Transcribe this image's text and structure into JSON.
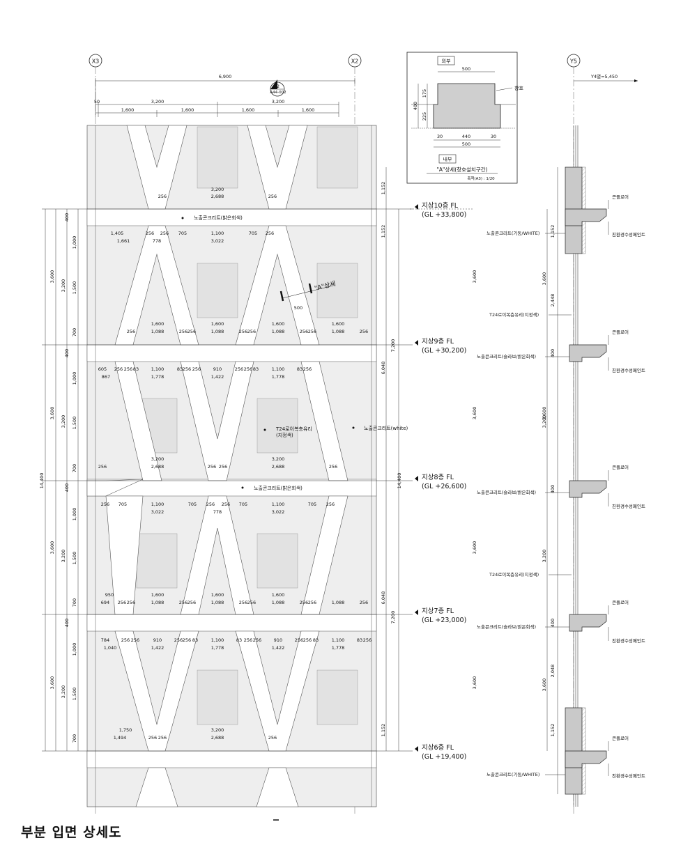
{
  "title": "부분 입면 상세도",
  "grid": {
    "x3": "X3",
    "x2": "X2",
    "y5": "Y5"
  },
  "detail": {
    "outside": "외부",
    "inside": "내부",
    "window_label": "창호",
    "caption": "\"A\"상세(창호설치구간)",
    "scale": "축척(A3) : 1/20",
    "dims": {
      "top": "500",
      "h1": "175",
      "h2": "225",
      "total_h": "400",
      "left": "30",
      "mid": "440",
      "right": "30",
      "bottom": "500"
    }
  },
  "section_ref": {
    "num": "2",
    "sheet": "A44-002"
  },
  "a_detail_marker": "\"A\"상세",
  "a_detail_dim": "500",
  "y4_label": "Y4열=5,450",
  "floors": [
    {
      "name": "지상10층 FL",
      "gl": "(GL +33,800)"
    },
    {
      "name": "지상9층 FL",
      "gl": "(GL +30,200)"
    },
    {
      "name": "지상8층 FL",
      "gl": "(GL +26,600)"
    },
    {
      "name": "지상7층 FL",
      "gl": "(GL +23,000)"
    },
    {
      "name": "지상6층 FL",
      "gl": "(GL +19,400)"
    }
  ],
  "callouts": {
    "exposed_bright": "노출콘크리트(밝은회색)",
    "glass": "T24로이복층유리",
    "glass_spec": "(지정색)",
    "exposed_white": "노출콘크리트(white)",
    "col_white": "노출콘크리트(기둥/WHITE)",
    "slab_bright": "노출콘크리트(슬라브/밝은회색)",
    "glass_full": "T24로이복층유리(지정색)",
    "hangdo": "큰플로어",
    "paint": "친환경수성페인트"
  },
  "top_dims": {
    "overall": "6,900",
    "left": "50",
    "half1": "3,200",
    "half2": "3,200",
    "q1": "1,600",
    "q2": "1,600",
    "q3": "1,600",
    "q4": "1,600"
  },
  "band_dims": {
    "r10_top": [
      "3,200",
      "2,688",
      "256",
      "256"
    ],
    "r10_a": [
      "1,405",
      "256",
      "256",
      "705",
      "1,100",
      "705",
      "256"
    ],
    "r10_b": [
      "1,661",
      "778",
      "3,022"
    ],
    "r9_low_a": [
      "1,600",
      "1,600",
      "1,600",
      "1,600"
    ],
    "r9_low_b": [
      "256",
      "1,088",
      "256",
      "256",
      "1,088",
      "256",
      "256",
      "1,088",
      "256",
      "256",
      "1,088",
      "256"
    ],
    "r9_a": [
      "605",
      "256",
      "256",
      "83",
      "1,100",
      "83",
      "256",
      "256",
      "910",
      "256",
      "256",
      "83",
      "1,100",
      "83",
      "256"
    ],
    "r9_b": [
      "867",
      "1,778",
      "1,422",
      "1,778"
    ],
    "r8_top": [
      "3,200",
      "2,688",
      "256",
      "256",
      "256",
      "3,200",
      "2,688",
      "256"
    ],
    "r8_a": [
      "256",
      "705",
      "1,100",
      "705",
      "256",
      "256",
      "705",
      "1,100",
      "705",
      "256"
    ],
    "r8_b": [
      "3,022",
      "778",
      "3,022"
    ],
    "r7_low_a": [
      "950",
      "1,600",
      "1,600",
      "1,600"
    ],
    "r7_low_b": [
      "694",
      "256",
      "256",
      "1,088",
      "256",
      "256",
      "1,088",
      "256",
      "256",
      "1,088",
      "256",
      "256",
      "1,088",
      "256"
    ],
    "r7_a": [
      "784",
      "256",
      "256",
      "910",
      "256",
      "256",
      "83",
      "1,100",
      "83",
      "256",
      "256",
      "910",
      "256",
      "256",
      "83",
      "1,100",
      "83",
      "256"
    ],
    "r7_b": [
      "1,040",
      "1,422",
      "1,778",
      "1,422",
      "1,778"
    ],
    "r6_a": [
      "1,750",
      "3,200"
    ],
    "r6_b": [
      "1,494",
      "256",
      "256",
      "2,688",
      "256"
    ]
  },
  "left_dims": {
    "total": "14,400",
    "floor": "3,600",
    "sub": "3,200",
    "slab": "400",
    "parts": [
      "1,000",
      "1,500",
      "700"
    ]
  },
  "right_dims": {
    "a": "1,152",
    "b": "7,200",
    "c": "6,048",
    "total": "14,400"
  },
  "section_dims": {
    "floor": "3,600",
    "sub": "3,200",
    "slab": "400",
    "a": "1,152",
    "b": "2,448",
    "c": "2,048"
  }
}
